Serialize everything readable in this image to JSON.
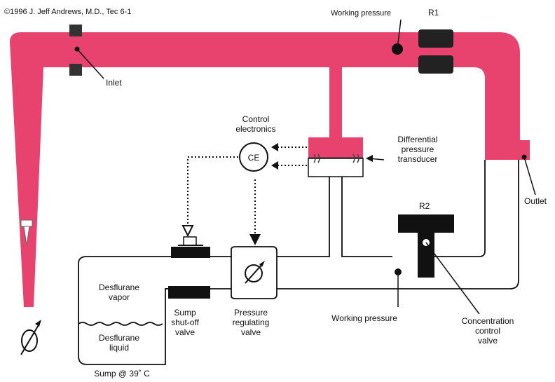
{
  "colors": {
    "gas": "#e8436e",
    "ink": "#111111",
    "background": "#ffffff"
  },
  "labels": {
    "copyright": "©1996 J. Jeff Andrews, M.D., Tec 6-1",
    "working_pressure_top": "Working pressure",
    "r1": "R1",
    "inlet": "Inlet",
    "control_line1": "Control",
    "control_line2": "electronics",
    "ce": "CE",
    "dpt_line1": "Differential",
    "dpt_line2": "pressure",
    "dpt_line3": "transducer",
    "outlet": "Outlet",
    "r2": "R2",
    "vapor_line1": "Desflurane",
    "vapor_line2": "vapor",
    "liquid_line1": "Desflurane",
    "liquid_line2": "liquid",
    "sump_valve_line1": "Sump",
    "sump_valve_line2": "shut-off",
    "sump_valve_line3": "valve",
    "prv_line1": "Pressure",
    "prv_line2": "regulating",
    "prv_line3": "valve",
    "working_pressure_bottom": "Working pressure",
    "ccv_line1": "Concentration",
    "ccv_line2": "control",
    "ccv_line3": "valve",
    "sump": "Sump @ 39˚ C"
  },
  "icons": {
    "dial_left": "variable-dial-icon",
    "dial_prv": "variable-valve-icon"
  }
}
